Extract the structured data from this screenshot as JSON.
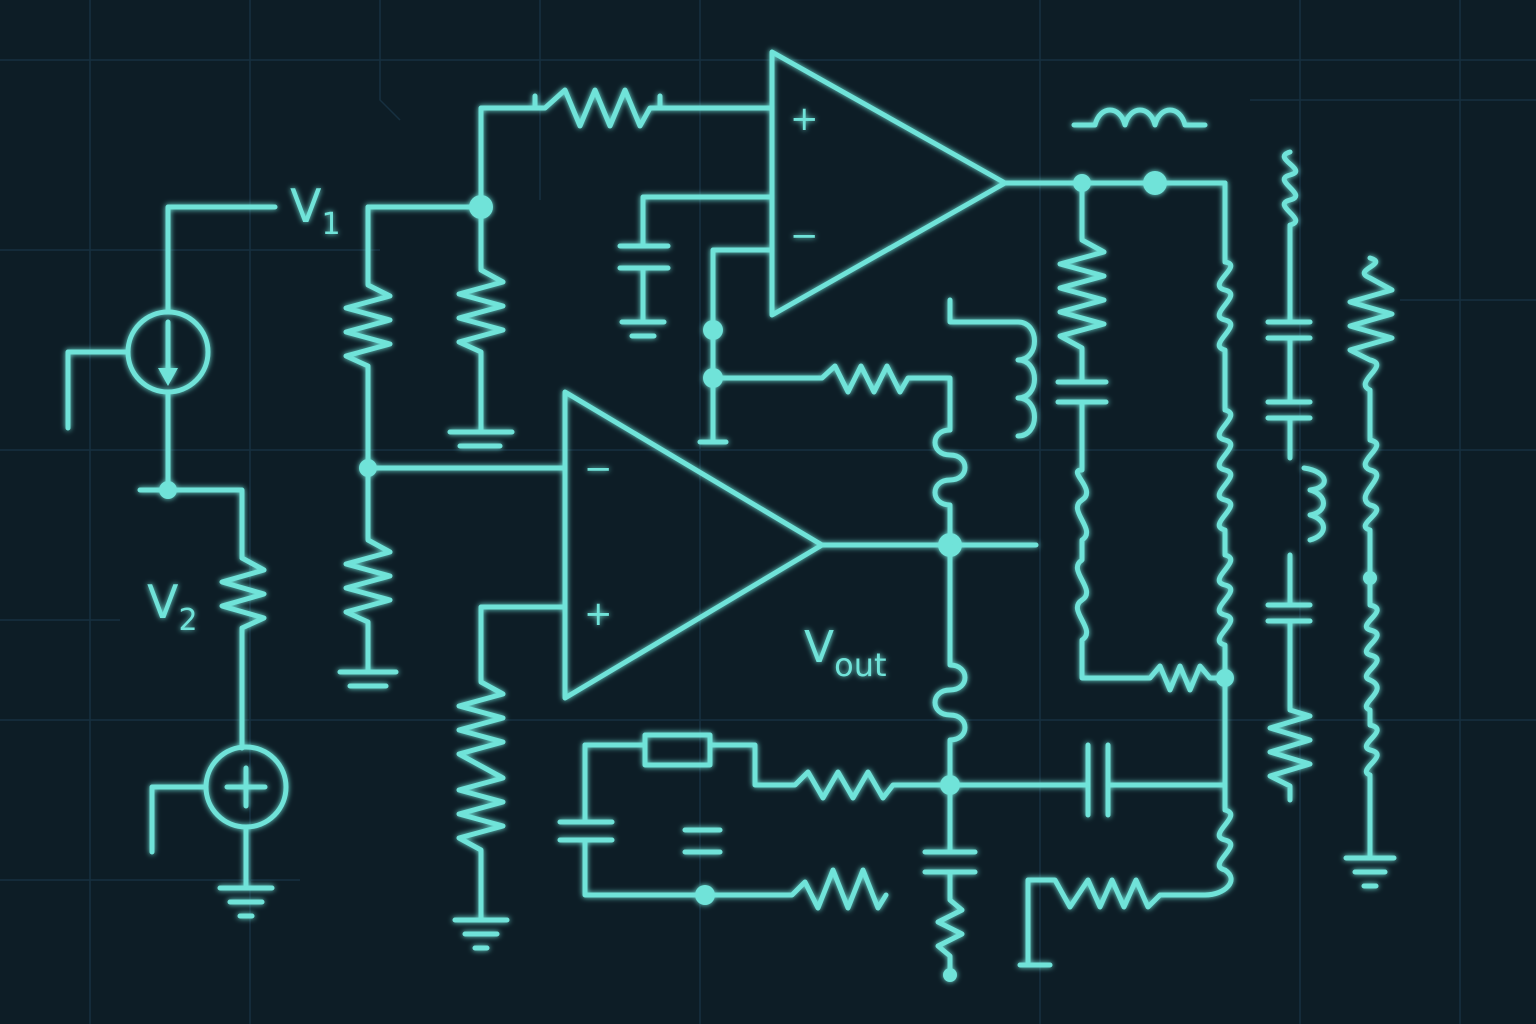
{
  "labels": {
    "v1": "V",
    "v1_sub": "1",
    "v2": "V",
    "v2_sub": "2",
    "vout": "V",
    "vout_sub": "out"
  },
  "opamps": [
    {
      "id": "top",
      "plus": "+",
      "minus": "−"
    },
    {
      "id": "bottom",
      "plus": "+",
      "minus": "−"
    }
  ],
  "colors": {
    "background": "#0d1d26",
    "trace": "#6fe3d9",
    "grid": "#173040"
  }
}
